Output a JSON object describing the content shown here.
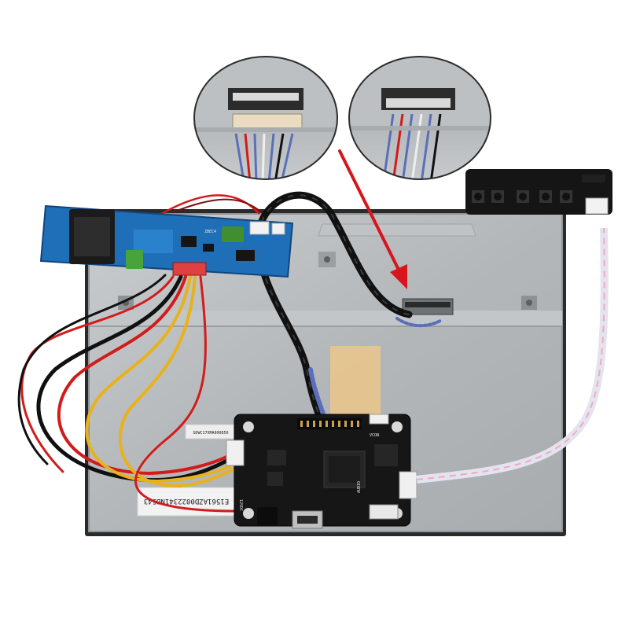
{
  "panel": {
    "sticker_code": "E1561AZD0022341NB543",
    "small_label": "SDWC17XMA000856"
  },
  "driver_board": {
    "connector_label": "VCON",
    "vcc_label": "12VDC",
    "io_label": "AUDIO"
  },
  "inverter_board": {
    "model": "ZBEC4"
  },
  "colors": {
    "panel_metal": "#b9bcbf",
    "pcb_black": "#161616",
    "pcb_blue": "#1e6fb8",
    "callout_arrow": "#d8141c",
    "wire_red": "#d21b1b",
    "wire_yellow": "#e9b21a",
    "wire_black": "#101010"
  },
  "icons": [
    "magnify-callout-left",
    "magnify-callout-right",
    "arrow-icon"
  ]
}
